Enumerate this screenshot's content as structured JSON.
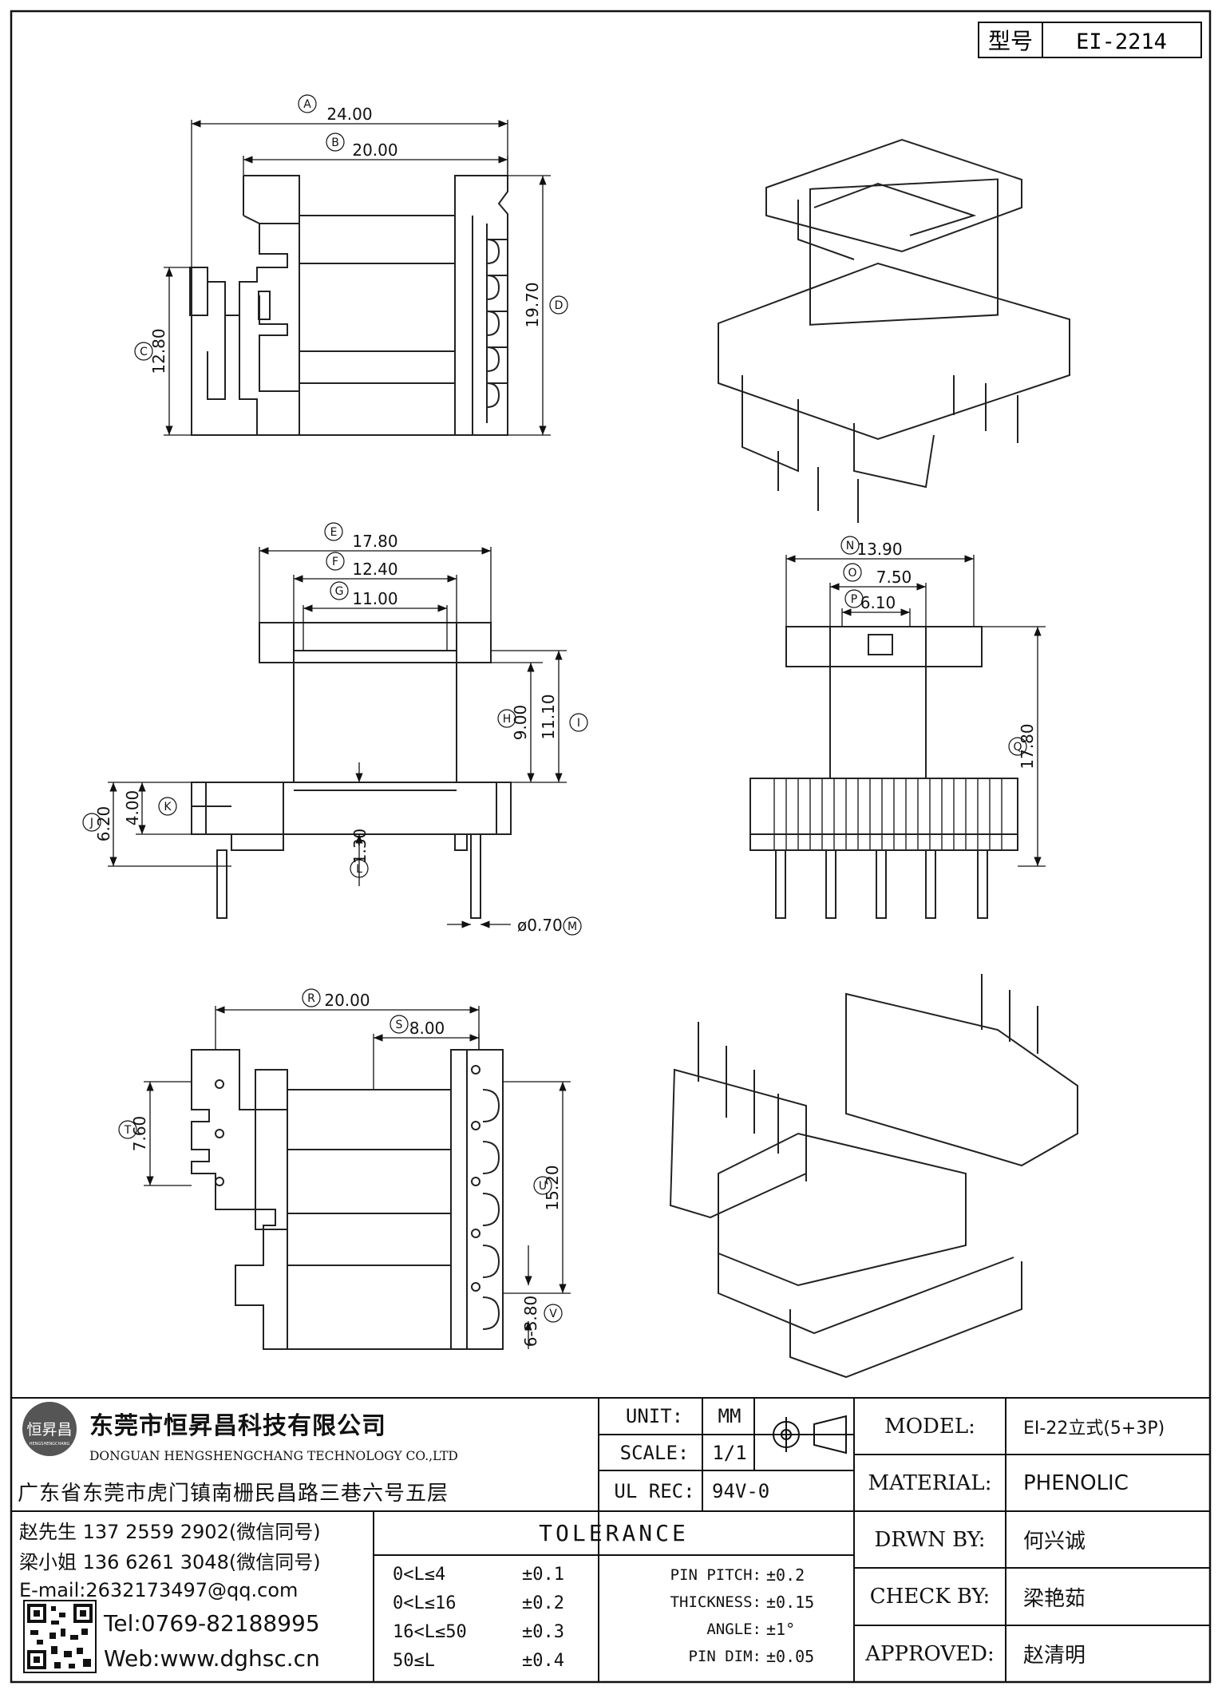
{
  "header": {
    "label": "型号",
    "value": "EI-2214"
  },
  "dimensions": {
    "A": {
      "tag": "A",
      "value": "24.00"
    },
    "B": {
      "tag": "B",
      "value": "20.00"
    },
    "C": {
      "tag": "C",
      "value": "12.80"
    },
    "D": {
      "tag": "D",
      "value": "19.70"
    },
    "E": {
      "tag": "E",
      "value": "17.80"
    },
    "F": {
      "tag": "F",
      "value": "12.40"
    },
    "G": {
      "tag": "G",
      "value": "11.00"
    },
    "H": {
      "tag": "H",
      "value": "9.00"
    },
    "I": {
      "tag": "I",
      "value": "11.10"
    },
    "J": {
      "tag": "J",
      "value": "6.20"
    },
    "K": {
      "tag": "K",
      "value": "4.00"
    },
    "L": {
      "tag": "L",
      "value": "1.30"
    },
    "M": {
      "tag": "M",
      "value": "ø0.70"
    },
    "N": {
      "tag": "N",
      "value": "13.90"
    },
    "O": {
      "tag": "O",
      "value": "7.50"
    },
    "P": {
      "tag": "P",
      "value": "6.10"
    },
    "Q": {
      "tag": "Q",
      "value": "17.80"
    },
    "R": {
      "tag": "R",
      "value": "20.00"
    },
    "S": {
      "tag": "S",
      "value": "8.00"
    },
    "T": {
      "tag": "T",
      "value": "7.60"
    },
    "U": {
      "tag": "U",
      "value": "15.20"
    },
    "V": {
      "tag": "V",
      "value": "6-3.80"
    }
  },
  "company": {
    "logo_text": "恒昇昌",
    "logo_sub": "HENGSHENGCHANG",
    "name_cn": "东莞市恒昇昌科技有限公司",
    "name_en": "DONGUAN HENGSHENGCHANG TECHNOLOGY CO.,LTD",
    "address": "广东省东莞市虎门镇南栅民昌路三巷六号五层",
    "contact1": "赵先生 137 2559 2902(微信同号)",
    "contact2": "梁小姐 136 6261 3048(微信同号)",
    "email": "E-mail:2632173497@qq.com",
    "tel": "Tel:0769-82188995",
    "web": "Web:www.dghsc.cn"
  },
  "spec": {
    "unit_label": "UNIT:",
    "unit_value": "MM",
    "scale_label": "SCALE:",
    "scale_value": "1/1",
    "ulrec_label": "UL REC:",
    "ulrec_value": "94V-0",
    "tolerance_title": "TOLERANCE",
    "tolerance_rows": [
      {
        "range": "0<L≤4",
        "tol": "±0.1"
      },
      {
        "range": "0<L≤16",
        "tol": "±0.2"
      },
      {
        "range": "16<L≤50",
        "tol": "±0.3"
      },
      {
        "range": "50≤L",
        "tol": "±0.4"
      }
    ],
    "other_tolerances": [
      {
        "label": "PIN PITCH:",
        "tol": "±0.2"
      },
      {
        "label": "THICKNESS:",
        "tol": "±0.15"
      },
      {
        "label": "ANGLE:",
        "tol": "±1°"
      },
      {
        "label": "PIN DIM:",
        "tol": "±0.05"
      }
    ]
  },
  "info": {
    "model_label": "MODEL:",
    "model_value": "EI-22立式(5+3P)",
    "material_label": "MATERIAL:",
    "material_value": "PHENOLIC",
    "drwn_label": "DRWN BY:",
    "drwn_value": "何兴诚",
    "check_label": "CHECK BY:",
    "check_value": "梁艳茹",
    "approved_label": "APPROVED:",
    "approved_value": "赵清明"
  }
}
